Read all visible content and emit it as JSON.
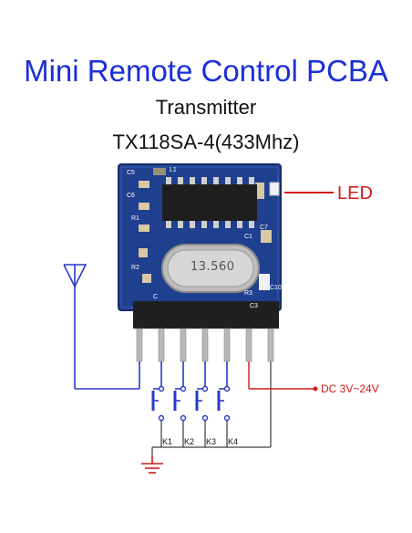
{
  "title": "Mini Remote Control PCBA",
  "subtitle": "Transmitter",
  "model": "TX118SA-4(433Mhz)",
  "annotations": {
    "led": "LED",
    "power": "DC 3V~24V"
  },
  "buttons": [
    "K1",
    "K2",
    "K3",
    "K4"
  ],
  "crystal_marking": "13.560",
  "silkscreen": {
    "c5": "C5",
    "c6": "C6",
    "l1": "L1",
    "c7": "C7",
    "r1": "R1",
    "r2": "R2",
    "r3": "R3",
    "c1": "C1",
    "c3": "C3",
    "c10": "C10",
    "c": "C"
  },
  "colors": {
    "title": "#1a2fd6",
    "pcb": "#1f3f8f",
    "annotation": "#d11b1b",
    "wire_blue": "#2a39c9",
    "wire_red": "#d11b1b",
    "ground": "#d11b1b"
  }
}
